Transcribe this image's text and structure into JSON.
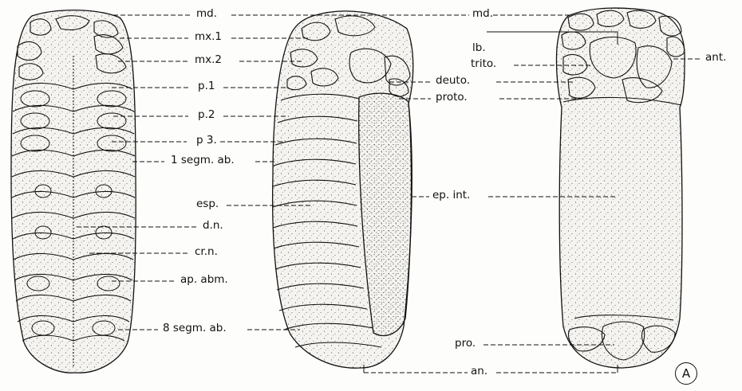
{
  "labels": {
    "md_left": "md.",
    "mx1": "mx.1",
    "mx2": "mx.2",
    "p1": "p.1",
    "p2": "p.2",
    "p3": "p 3.",
    "segm1": "1 segm. ab.",
    "esp": "esp.",
    "dn": "d.n.",
    "crn": "cr.n.",
    "apabm": "ap. abm.",
    "segm8": "8 segm. ab.",
    "md_right": "md.",
    "lb": "lb.",
    "trito": "trito.",
    "deuto": "deuto.",
    "proto": "proto.",
    "ant": "ant.",
    "epint": "ep. int.",
    "pro": "pro.",
    "an": "an."
  },
  "panel_letter": "A",
  "colors": {
    "ink": "#111111",
    "paper": "#fdfdfb",
    "body_fill": "#f4f3ef"
  }
}
